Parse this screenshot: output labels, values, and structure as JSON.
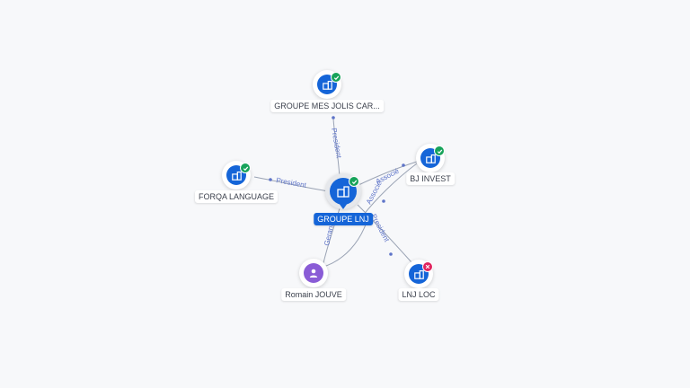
{
  "colors": {
    "company_blue": "#1565d8",
    "person_purple": "#8a5cd6",
    "active_green": "#17a35a",
    "closed_red": "#e0245e",
    "edge_label": "#5e74c8"
  },
  "center": {
    "label": "GROUPE LNJ",
    "icon": "building-icon",
    "status": "active"
  },
  "nodes": [
    {
      "id": "mes_jolis",
      "label": "GROUPE MES JOLIS CAR...",
      "type": "company",
      "icon": "building-icon",
      "status": "active"
    },
    {
      "id": "forqa",
      "label": "FORQA LANGUAGE",
      "type": "company",
      "icon": "building-icon",
      "status": "active"
    },
    {
      "id": "bj_invest",
      "label": "BJ INVEST",
      "type": "company",
      "icon": "building-icon",
      "status": "active"
    },
    {
      "id": "lnj_loc",
      "label": "LNJ LOC",
      "type": "company",
      "icon": "building-icon",
      "status": "closed"
    },
    {
      "id": "romain",
      "label": "Romain JOUVE",
      "type": "person",
      "icon": "person-icon",
      "status": ""
    }
  ],
  "edges": [
    {
      "id": "e-mes-jolis",
      "label": "President"
    },
    {
      "id": "e-forqa",
      "label": "President"
    },
    {
      "id": "e-bj-associe",
      "label": "Associé"
    },
    {
      "id": "e-bj-associe-2",
      "label": "Associé"
    },
    {
      "id": "e-lnj-loc",
      "label": "President"
    },
    {
      "id": "e-romain",
      "label": "Gerant"
    }
  ]
}
